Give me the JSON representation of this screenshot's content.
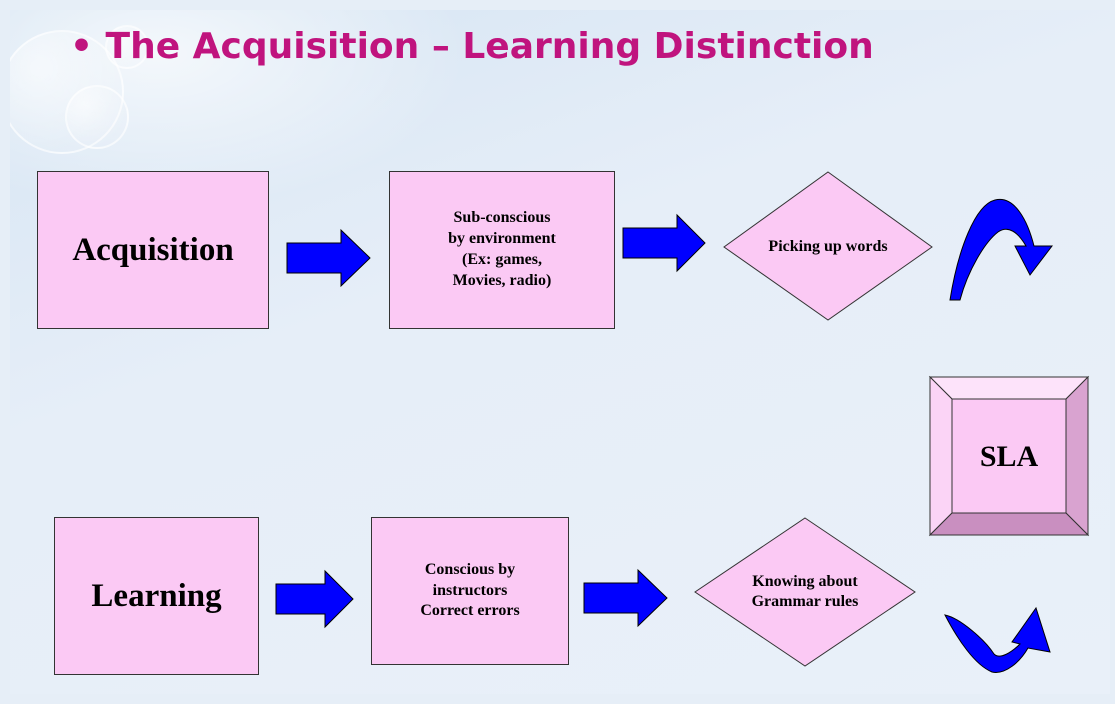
{
  "title": "• The Acquisition – Learning Distinction",
  "colors": {
    "title": "#c0147e",
    "box_fill": "#fbc9f4",
    "arrow_fill": "#0000ff"
  },
  "acquisition_row": {
    "main": "Acquisition",
    "process_lines": [
      "Sub-conscious",
      "by environment",
      "(Ex: games,",
      "Movies, radio)"
    ],
    "result": "Picking up words"
  },
  "learning_row": {
    "main": "Learning",
    "process_lines": [
      "Conscious by",
      "instructors",
      "Correct errors"
    ],
    "result_lines": [
      "Knowing about",
      "Grammar rules"
    ]
  },
  "goal": "SLA"
}
